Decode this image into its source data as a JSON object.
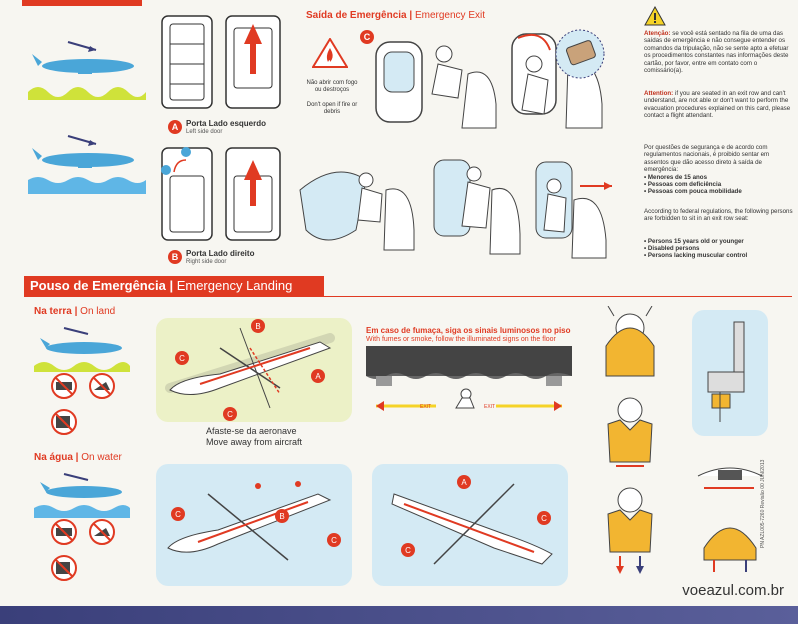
{
  "top": {
    "exit_title": "Saída de Emergência",
    "exit_title_en": "Emergency Exit",
    "door_a_label": "Porta Lado esquerdo",
    "door_a_sub": "Left side door",
    "door_b_label": "Porta Lado direito",
    "door_b_sub": "Right side door",
    "marker_a": "A",
    "marker_b": "B",
    "marker_c": "C",
    "fire_warn_pt": "Não abrir com fogo ou destroços",
    "fire_warn_en": "Don't open if fire or debris"
  },
  "attention": {
    "pt_lead": "Atenção:",
    "pt_text": "se você está sentado na fila de uma das saídas de emergência e não consegue entender os comandos da tripulação, não se sente apto a efetuar os procedimentos constantes nas informações deste cartão, por favor, entre em contato com o comissário(a).",
    "en_lead": "Attention:",
    "en_text": "if you are seated in an exit row and can't understand, are not able or don't want to perform the evacuation procedures explained on this card, please contact a flight attendant.",
    "rules_pt": "Por questões de segurança e de acordo com regulamentos nacionais, é proibido sentar em assentos que dão acesso direto à saída de emergência:",
    "rules_pt_items": [
      "• Menores de 15 anos",
      "• Pessoas com deficiência",
      "• Pessoas com pouca mobilidade"
    ],
    "rules_en": "According to federal regulations, the following persons are forbidden to sit in an exit row seat:",
    "rules_en_items": [
      "• Persons 15 years old or younger",
      "• Disabled persons",
      "• Persons lacking muscular control"
    ]
  },
  "landing": {
    "title": "Pouso de Emergência",
    "title_en": "Emergency Landing",
    "on_land": "Na terra",
    "on_land_en": "On land",
    "on_water": "Na água",
    "on_water_en": "On water",
    "move_away_pt": "Afaste-se da aeronave",
    "move_away_en": "Move away from aircraft",
    "smoke_pt": "Em caso de fumaça, siga os sinais luminosos no piso",
    "smoke_en": "With fumes or smoke, follow the illuminated signs on the floor",
    "exit_sign": "EXIT"
  },
  "footer": {
    "url": "voeazul.com.br",
    "doc_ref": "PN AZL005-7260   Revisão 00   JUN/2013"
  },
  "colors": {
    "accent": "#e03a22",
    "plane_blue": "#4aa6d8",
    "grass": "#cfe23a",
    "water": "#5fb6e6",
    "vest": "#f2b531"
  }
}
